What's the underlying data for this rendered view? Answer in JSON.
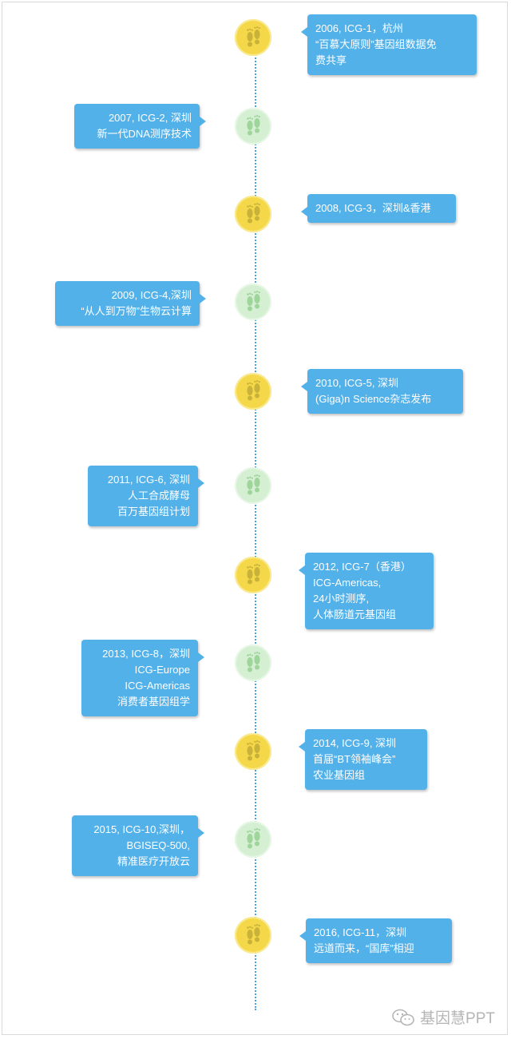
{
  "events": [
    {
      "side": "right",
      "lines": [
        "2006, ICG-1，杭州",
        "“百慕大原则”基因组数据免",
        "费共享"
      ]
    },
    {
      "side": "left",
      "lines": [
        "2007, ICG-2, 深圳",
        "新一代DNA测序技术"
      ]
    },
    {
      "side": "right",
      "lines": [
        "2008, ICG-3，深圳&香港"
      ]
    },
    {
      "side": "left",
      "lines": [
        "2009, ICG-4,深圳",
        "“从人到万物”生物云计算"
      ]
    },
    {
      "side": "right",
      "lines": [
        "2010, ICG-5, 深圳",
        "(Giga)n Science杂志发布"
      ]
    },
    {
      "side": "left",
      "lines": [
        "2011, ICG-6, 深圳",
        "人工合成酵母",
        "百万基因组计划"
      ]
    },
    {
      "side": "right",
      "lines": [
        "2012, ICG-7（香港）",
        "ICG-Americas,",
        "24小时测序,",
        "人体肠道元基因组"
      ]
    },
    {
      "side": "left",
      "lines": [
        "2013, ICG-8，深圳",
        "ICG-Europe",
        "ICG-Americas",
        "消费者基因组学"
      ]
    },
    {
      "side": "right",
      "lines": [
        "2014, ICG-9, 深圳",
        "首届“BT领袖峰会”",
        "农业基因组"
      ]
    },
    {
      "side": "left",
      "lines": [
        "2015, ICG-10,深圳，",
        "BGISEQ-500,",
        "精准医疗开放云"
      ]
    },
    {
      "side": "right",
      "lines": [
        "2016, ICG-11，深圳",
        "远道而来，“国库”相迎"
      ]
    }
  ],
  "node_colors": {
    "right": "#f5d84a",
    "left": "#d4efd2"
  },
  "footprint_colors": {
    "right": "#c9b23a",
    "left": "#9fd49b"
  },
  "icons": {
    "node": "footprint-icon",
    "watermark": "wechat-icon"
  },
  "watermark": {
    "text": "基因慧PPT"
  }
}
